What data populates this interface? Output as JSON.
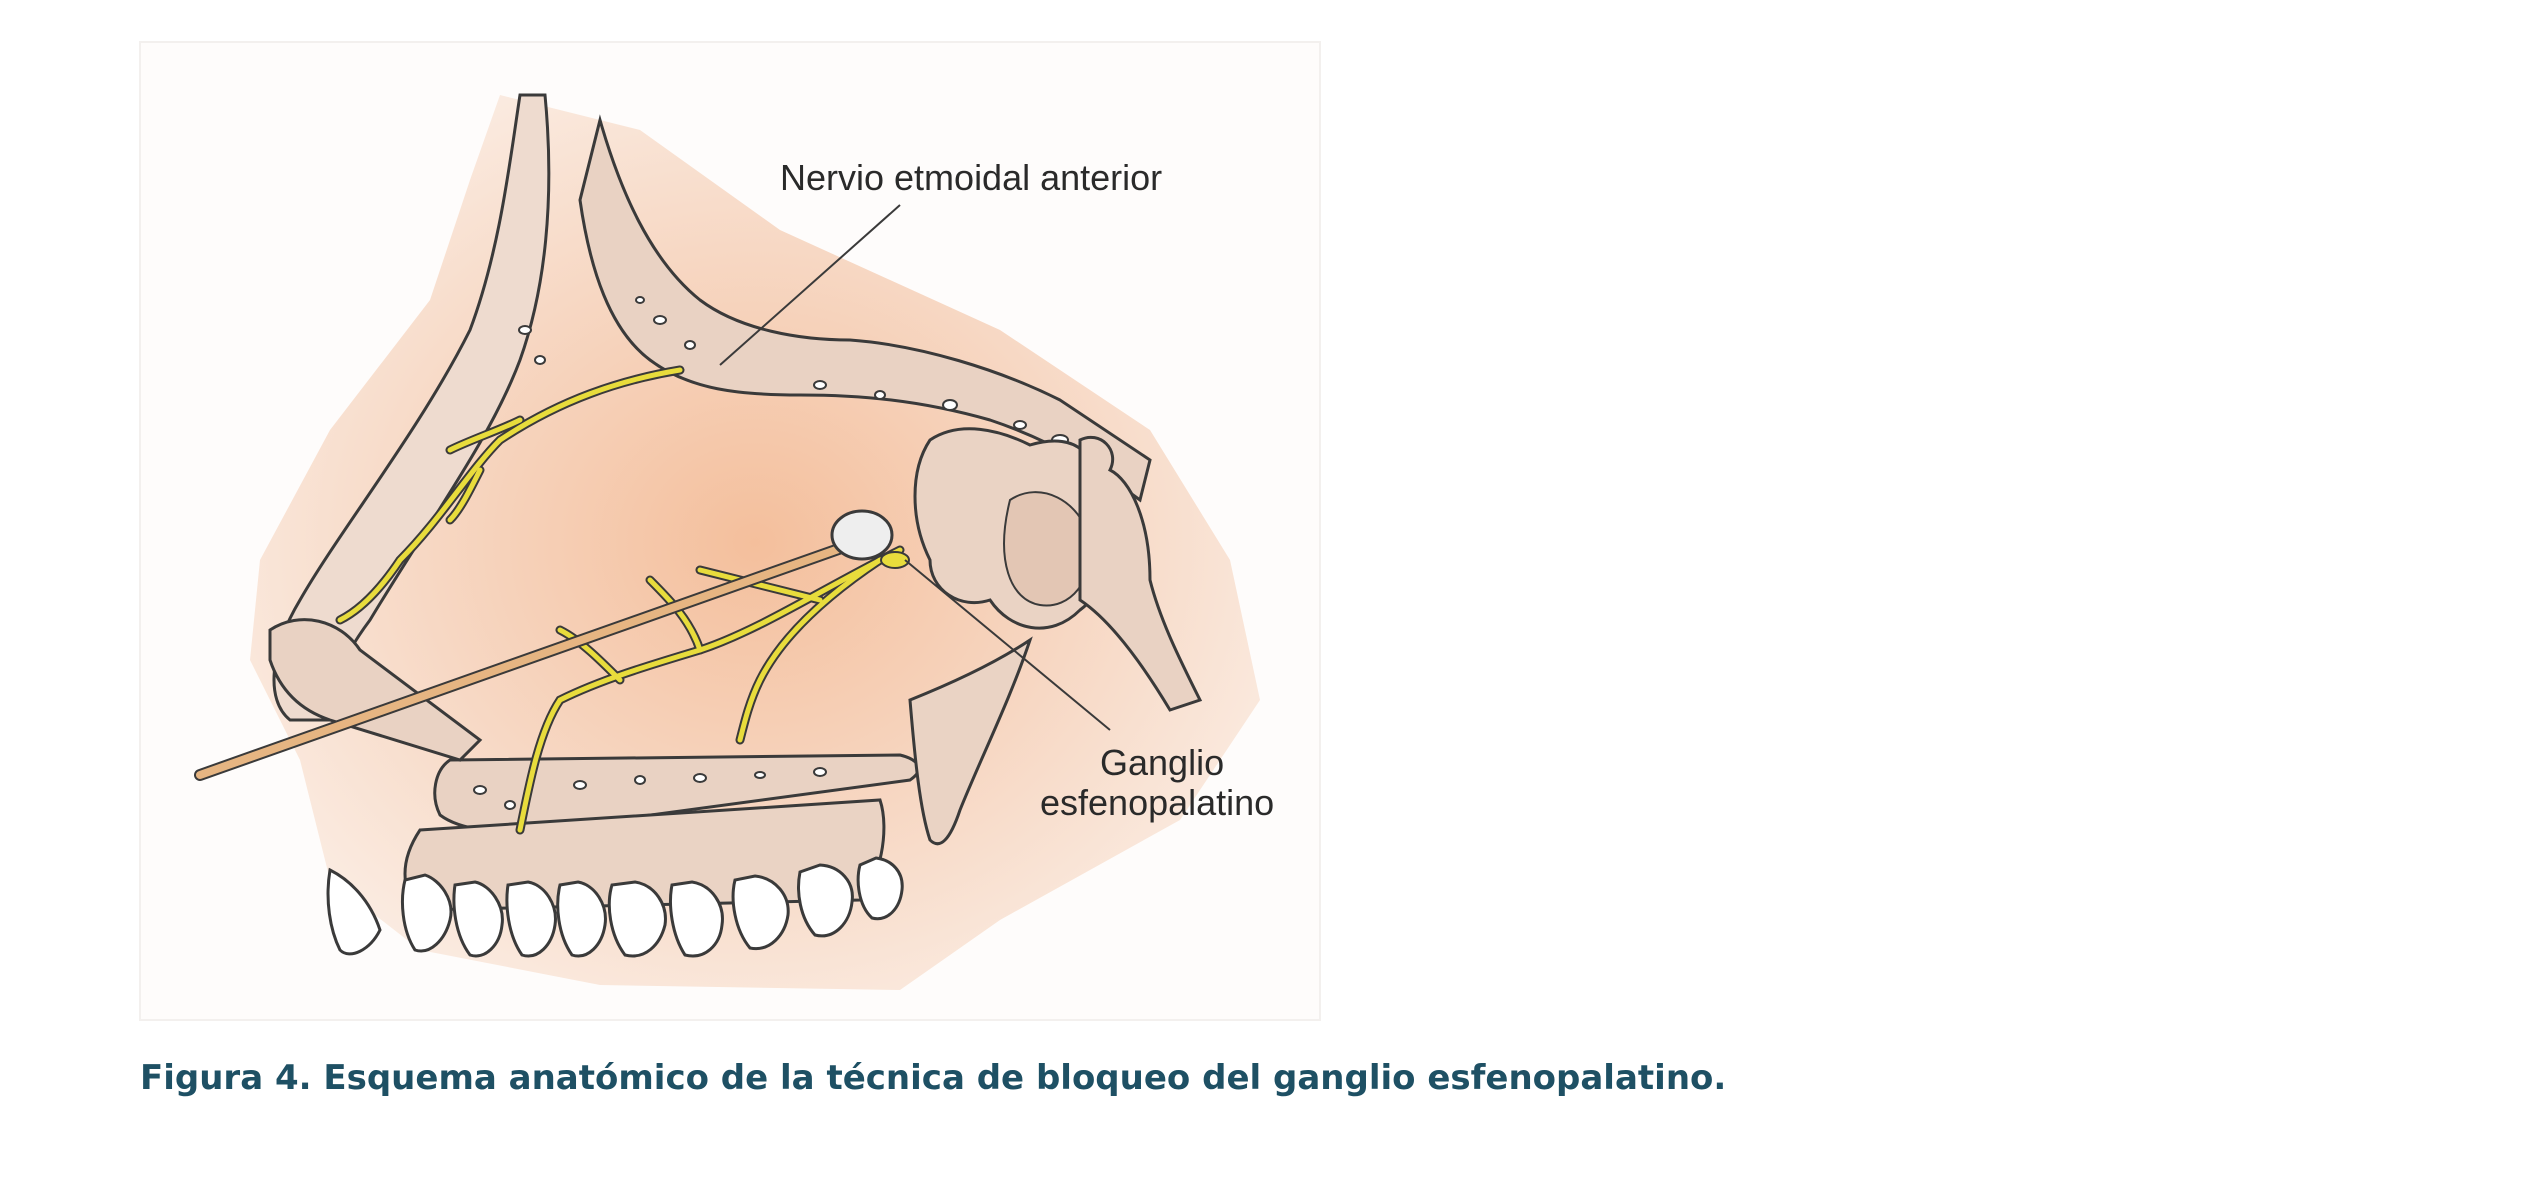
{
  "labels": {
    "anterior_ethmoidal_nerve": "Nervio etmoidal anterior",
    "ganglion_line1": "Ganglio",
    "ganglion_line2": "esfenopalatino"
  },
  "caption": "Figura 4. Esquema anatómico de la técnica de bloqueo del ganglio esfenopalatino.",
  "colors": {
    "caption_text": "#1e5064",
    "skin": "#f6d9c6",
    "bone": "#e9d2c3",
    "nerve": "#e8dc3c",
    "applicator": "#e6b582",
    "cotton_tip": "#eeeeee",
    "outline": "#3a3a3a"
  },
  "icons": {
    "applicator": "cotton-swab-icon"
  }
}
